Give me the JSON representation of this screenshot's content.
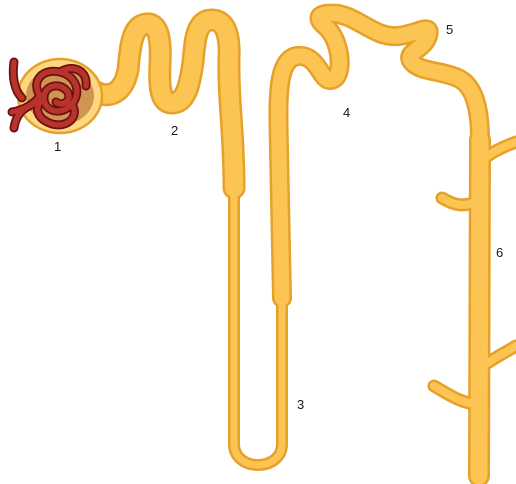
{
  "labels": {
    "l1": "1",
    "l2": "2",
    "l3": "3",
    "l4": "4",
    "l5": "5",
    "l6": "6"
  },
  "colors": {
    "tubule_fill": "#fcc553",
    "tubule_outline": "#e5a12a",
    "capsule_fill": "#fdd880",
    "capsule_inner": "#c98a4b",
    "glomerulus_outline": "#6b1111",
    "glomerulus_fill": "#b7332c"
  }
}
